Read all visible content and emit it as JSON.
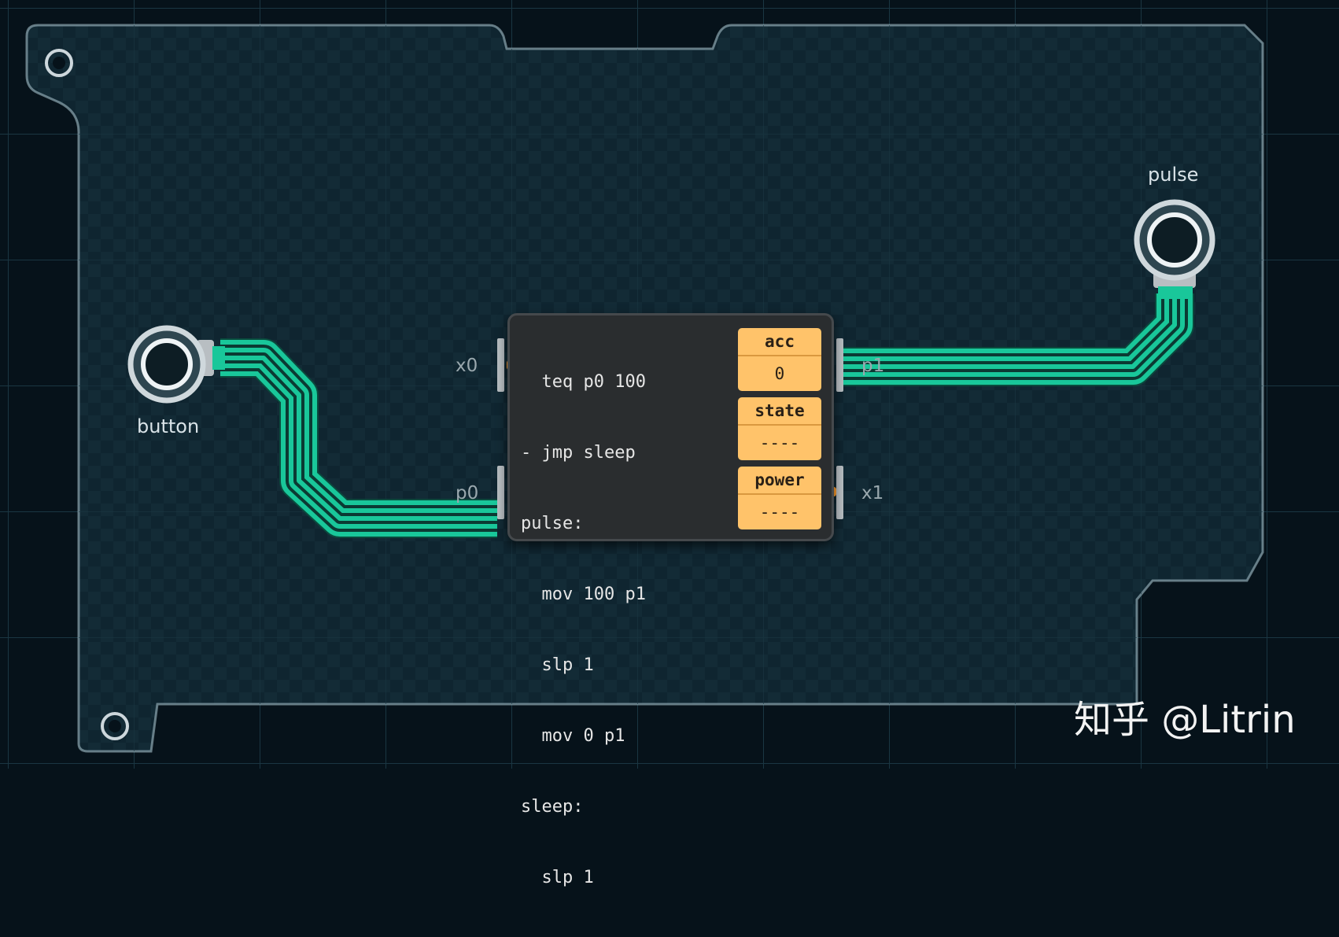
{
  "components": {
    "button": {
      "label": "button"
    },
    "pulse": {
      "label": "pulse"
    }
  },
  "controller": {
    "code": [
      "  teq p0 100",
      "- jmp sleep",
      "pulse:",
      "  mov 100 p1",
      "  slp 1",
      "  mov 0 p1",
      "sleep:",
      "  slp 1"
    ],
    "registers": [
      {
        "name": "acc",
        "value": "0"
      },
      {
        "name": "state",
        "value": "----"
      },
      {
        "name": "power",
        "value": "----"
      }
    ],
    "ports": {
      "x0": "x0",
      "p0": "p0",
      "p1": "p1",
      "x1": "x1"
    }
  },
  "watermark": "知乎 @Litrin",
  "colors": {
    "background": "#06121a",
    "board": "#0f2530",
    "board_outline": "#8fa8b2",
    "wire": "#19c79a",
    "register": "#ffc36a",
    "chip": "#2a2d2f"
  }
}
